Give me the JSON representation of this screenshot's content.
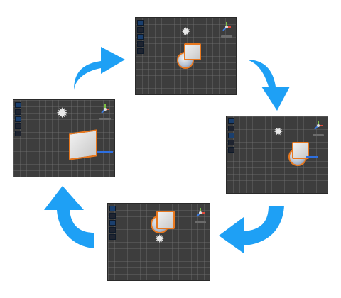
{
  "diagram": {
    "description_visible_text": "",
    "arrow_color": "#1ea0f5",
    "panels": [
      {
        "id": "top",
        "light_icon": "sun-icon",
        "objects": [
          "cube",
          "sphere"
        ]
      },
      {
        "id": "right",
        "light_icon": "sun-icon",
        "objects": [
          "cube",
          "sphere"
        ]
      },
      {
        "id": "bottom",
        "light_icon": "sun-icon",
        "objects": [
          "cube",
          "sphere"
        ]
      },
      {
        "id": "left",
        "light_icon": "sun-icon",
        "objects": [
          "cube"
        ]
      }
    ],
    "arrows": [
      "arrow-top-to-right",
      "arrow-right-to-bottom",
      "arrow-bottom-to-left",
      "arrow-left-to-top"
    ],
    "colors": {
      "viewport_bg": "#3d3d3d",
      "selection_outline": "#e9781e",
      "axis_x": "#2d6fe0"
    }
  }
}
